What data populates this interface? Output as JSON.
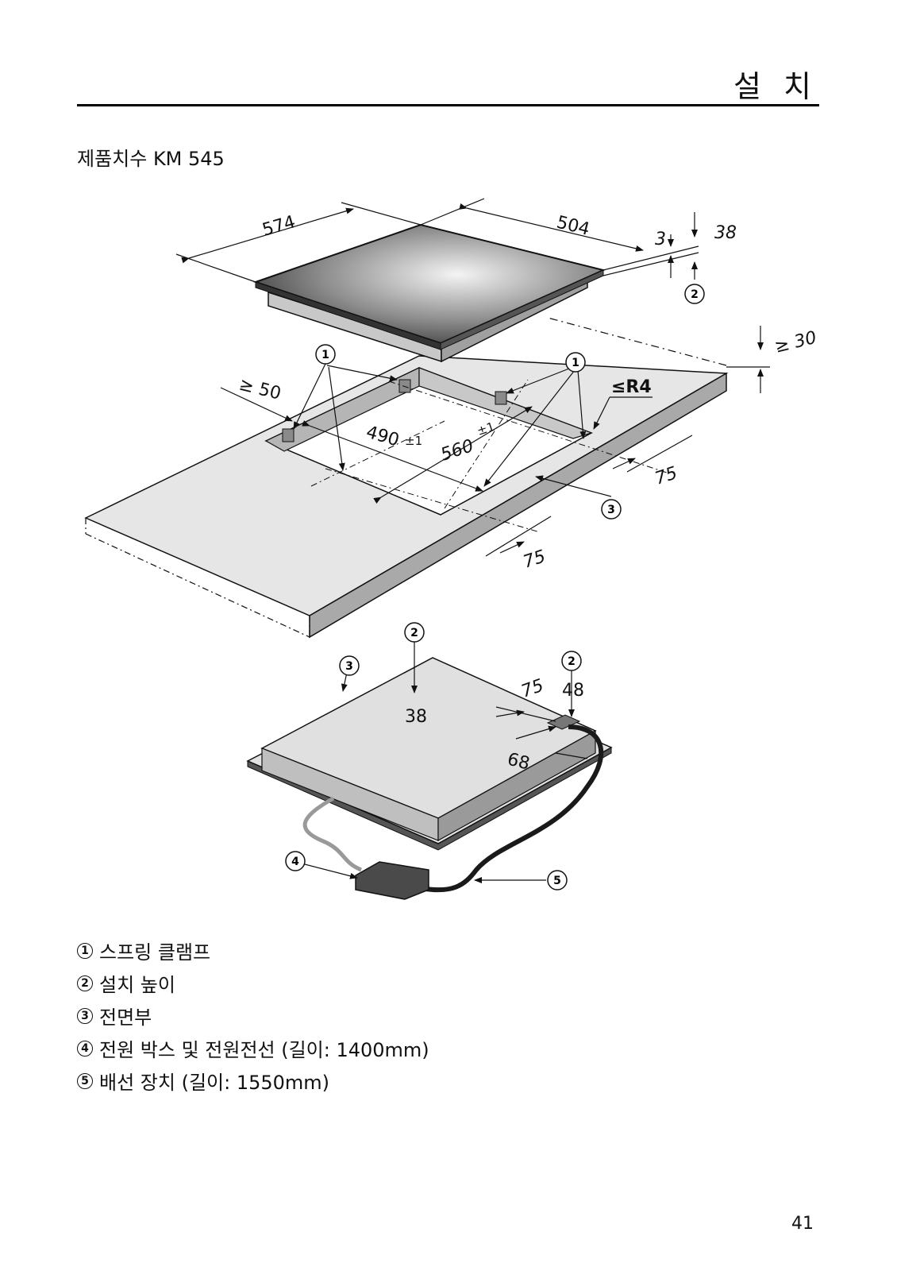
{
  "header": {
    "section_title": "설 치"
  },
  "subtitle": "제품치수 KM 545",
  "figure": {
    "dims": {
      "width_574": "574",
      "depth_504": "504",
      "thick_3": "3",
      "height_38": "38",
      "ge_30": "≥ 30",
      "ge_50": "≥ 50",
      "cut_490": "490",
      "cut_560": "560",
      "tol": "±1",
      "radius": "≤R4",
      "margin_75_right": "75",
      "margin_75_front": "75",
      "bottom_38": "38",
      "bottom_48": "48",
      "bottom_75": "75",
      "bottom_68": "68"
    },
    "callouts": {
      "c1": "1",
      "c2": "2",
      "c3": "3",
      "c4": "4",
      "c5": "5"
    }
  },
  "legend": [
    {
      "num": "1",
      "text": "스프링 클램프"
    },
    {
      "num": "2",
      "text": "설치 높이"
    },
    {
      "num": "3",
      "text": "전면부"
    },
    {
      "num": "4",
      "text": "전원 박스 및 전원전선 (길이: 1400mm)"
    },
    {
      "num": "5",
      "text": "배선 장치 (길이: 1550mm)"
    }
  ],
  "page_number": "41"
}
